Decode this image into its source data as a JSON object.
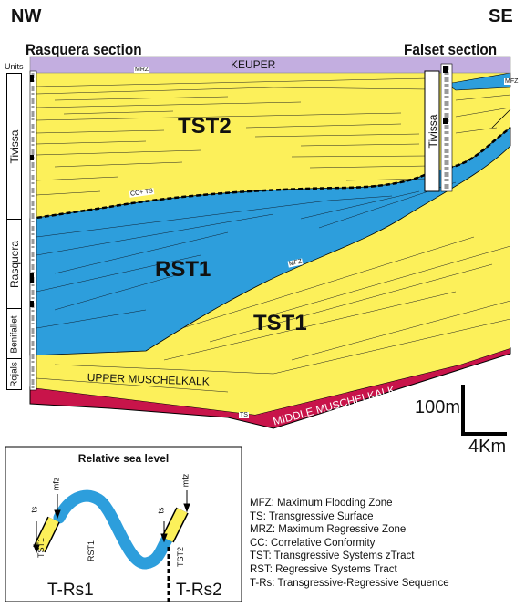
{
  "orientation": {
    "left": "NW",
    "right": "SE"
  },
  "sections": {
    "left": "Rasquera section",
    "right": "Falset section"
  },
  "units_label": "Units",
  "units": [
    "Tivissa",
    "Rasquera",
    "Benifallet",
    "Rojals"
  ],
  "formations": {
    "top": "KEUPER",
    "upper": "UPPER MUSCHELKALK",
    "middle": "MIDDLE MUSCHELKALK",
    "right_unit": "Tivissa"
  },
  "tracts": {
    "tst2": "TST2",
    "rst1": "RST1",
    "tst1": "TST1"
  },
  "surfaces": {
    "mrz": "MRZ",
    "cc_ts": "CC+ TS",
    "mfz": "MFZ",
    "mfz_right": "MFZ",
    "ts": "TS"
  },
  "scale": {
    "vertical": "100m",
    "horizontal": "4Km"
  },
  "sea_level_box": {
    "title": "Relative sea level",
    "labels": {
      "ts_left": "ts",
      "mfz_left": "mfz",
      "ts_right": "ts",
      "mfz_right": "mfz",
      "tst1": "TST1",
      "rst1": "RST1",
      "tst2": "TST2"
    },
    "sequences": [
      "T-Rs1",
      "T-Rs2"
    ]
  },
  "legend": [
    "MFZ: Maximum Flooding Zone",
    "TS: Transgressive Surface",
    "MRZ: Maximum Regressive Zone",
    "CC: Correlative Conformity",
    "TST: Transgressive Systems zTract",
    "RST: Regressive Systems Tract",
    "T-Rs: Transgressive-Regressive Sequence"
  ],
  "colors": {
    "keuper": "#c3aee0",
    "tst": "#fcf05a",
    "rst": "#2d9edc",
    "middle_muschelkalk": "#c8144a",
    "section_gray": "#9a9a9a"
  }
}
